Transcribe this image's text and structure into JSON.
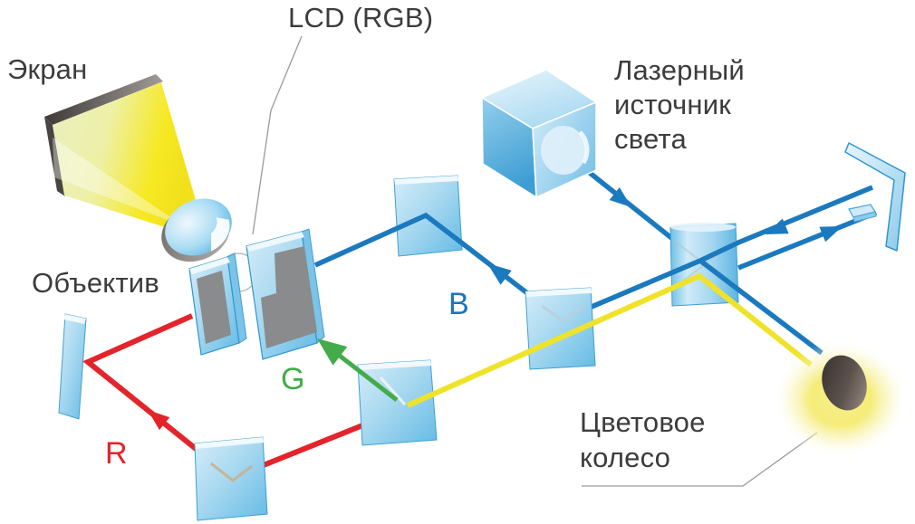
{
  "labels": {
    "screen": "Экран",
    "lcd": "LCD (RGB)",
    "laser_line1": "Лазерный",
    "laser_line2": "источник",
    "laser_line3": "света",
    "lens": "Объектив",
    "wheel_line1": "Цветовое",
    "wheel_line2": "колесо",
    "beam_b": "B",
    "beam_g": "G",
    "beam_r": "R"
  },
  "colors": {
    "label_text": "#3d3b3c",
    "beam_blue": "#1b79be",
    "beam_yellow": "#efe32a",
    "beam_red": "#e3242b",
    "beam_green": "#44ab4a",
    "letter_b": "#1b75bc",
    "letter_g": "#3fae49",
    "letter_r": "#e3242b",
    "callout": "#9a9a9a"
  }
}
